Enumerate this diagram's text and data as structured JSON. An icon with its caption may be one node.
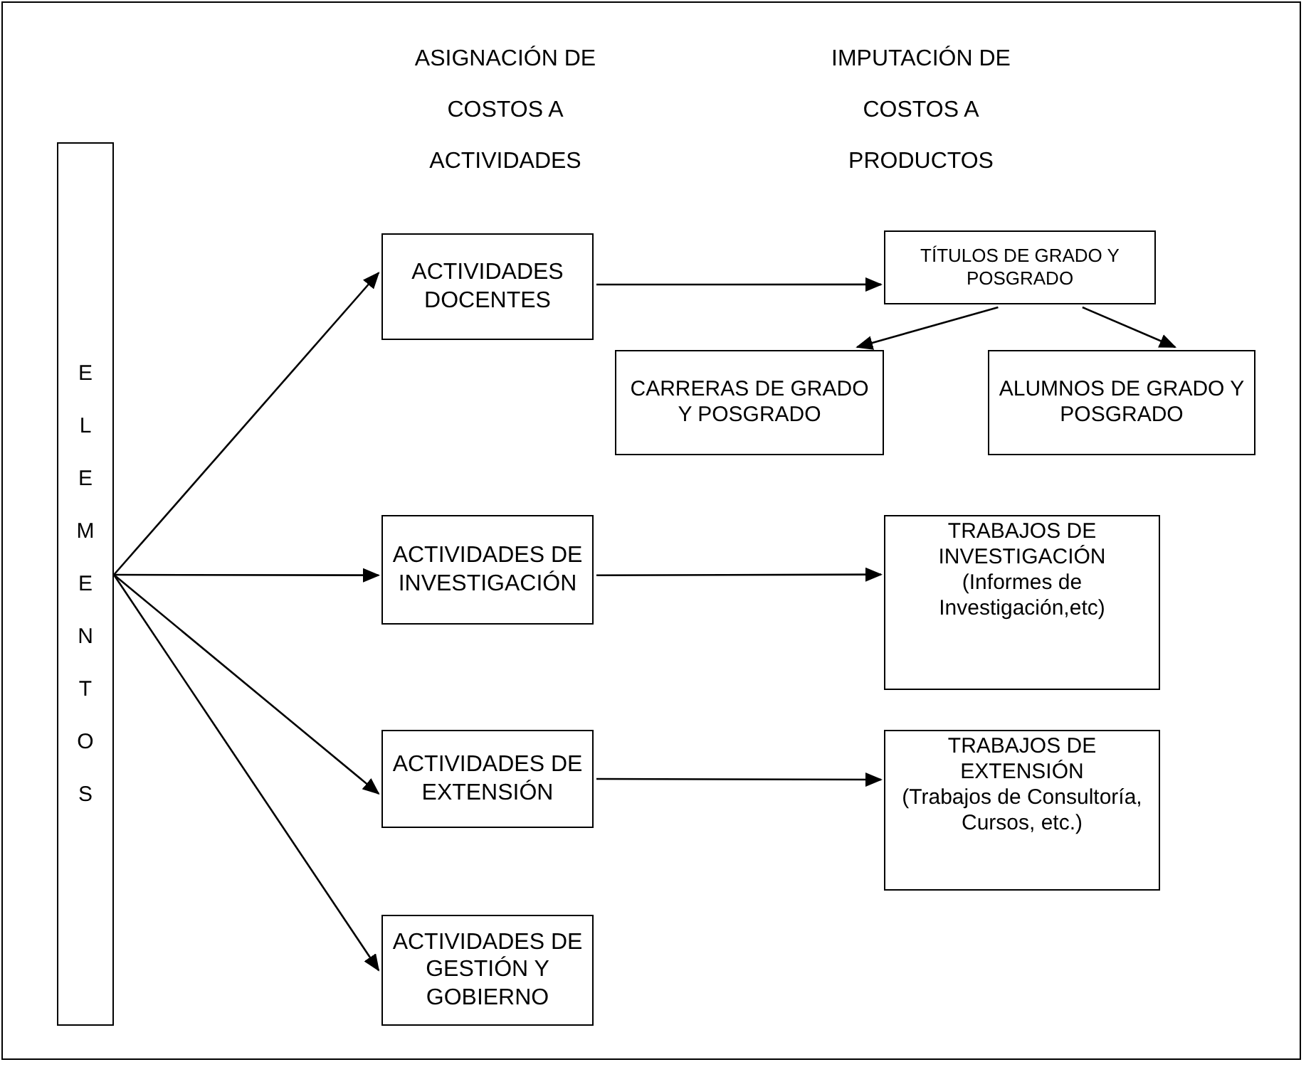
{
  "diagram": {
    "nodes": [
      {
        "text": [
          "ELEMENTOS"
        ]
      },
      {
        "text": [
          "ACTIVIDADES DOCENTES"
        ]
      },
      {
        "text": [
          "TÍTULOS DE GRADO Y POSGRADO"
        ]
      },
      {
        "text": [
          "CARRERAS DE GRADO Y POSGRADO"
        ]
      },
      {
        "text": [
          "ALUMNOS DE GRADO Y POSGRADO"
        ]
      },
      {
        "text": [
          "ACTIVIDADES DE INVESTIGACIÓN"
        ]
      },
      {
        "text": [
          "TRABAJOS DE INVESTIGACIÓN",
          "(Informes de Investigación,etc)"
        ]
      },
      {
        "text": [
          "ACTIVIDADES DE EXTENSIÓN"
        ]
      },
      {
        "text": [
          "TRABAJOS DE EXTENSIÓN",
          "(Trabajos de Consultoría, Cursos, etc.)"
        ]
      },
      {
        "text": [
          "ACTIVIDADES DE GESTIÓN Y GOBIERNO"
        ]
      }
    ],
    "edges": [
      {
        "from": 0,
        "to": 1,
        "arrow": "to"
      },
      {
        "from": 0,
        "to": 5,
        "arrow": "to"
      },
      {
        "from": 0,
        "to": 7,
        "arrow": "to"
      },
      {
        "from": 0,
        "to": 9,
        "arrow": "to"
      },
      {
        "from": 1,
        "to": 2,
        "arrow": "to"
      },
      {
        "from": 2,
        "to": 3,
        "arrow": "to"
      },
      {
        "from": 2,
        "to": 4,
        "arrow": "to"
      },
      {
        "from": 5,
        "to": 6,
        "arrow": "to"
      },
      {
        "from": 7,
        "to": 8,
        "arrow": "to"
      }
    ],
    "labels": [
      "ASIGNACIÓN DE COSTOS A ACTIVIDADES",
      "IMPUTACIÓN DE COSTOS A PRODUCTOS"
    ]
  }
}
